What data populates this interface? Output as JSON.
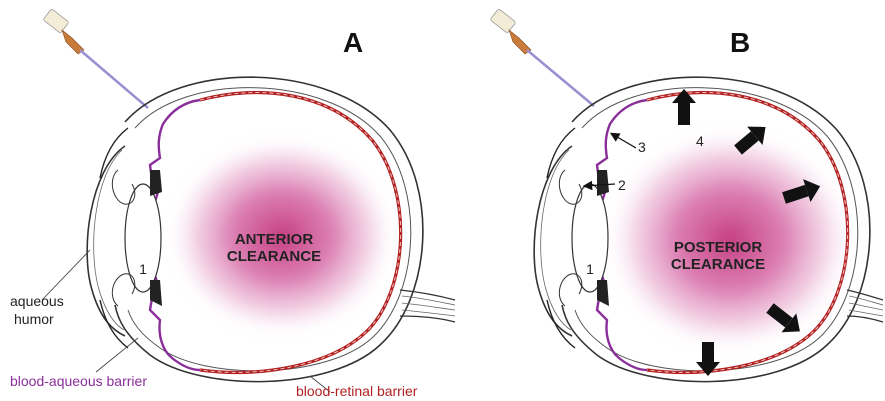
{
  "panels": [
    {
      "letter": "A",
      "clearance": [
        "ANTERIOR",
        "CLEARANCE"
      ],
      "numbers": [
        "1"
      ]
    },
    {
      "letter": "B",
      "clearance": [
        "POSTERIOR",
        "CLEARANCE"
      ],
      "numbers": [
        "1",
        "2",
        "3",
        "4"
      ]
    }
  ],
  "labels": {
    "aqueous_line1": "aqueous",
    "aqueous_line2": "humor",
    "blood_aqueous": "blood-aqueous barrier",
    "blood_retinal": "blood-retinal barrier"
  },
  "colors": {
    "purple_barrier": "#8a2f9a",
    "red_barrier": "#b22222",
    "cloud": "#c2337a"
  },
  "icons": [
    "syringe-icon",
    "arrow-icon"
  ]
}
